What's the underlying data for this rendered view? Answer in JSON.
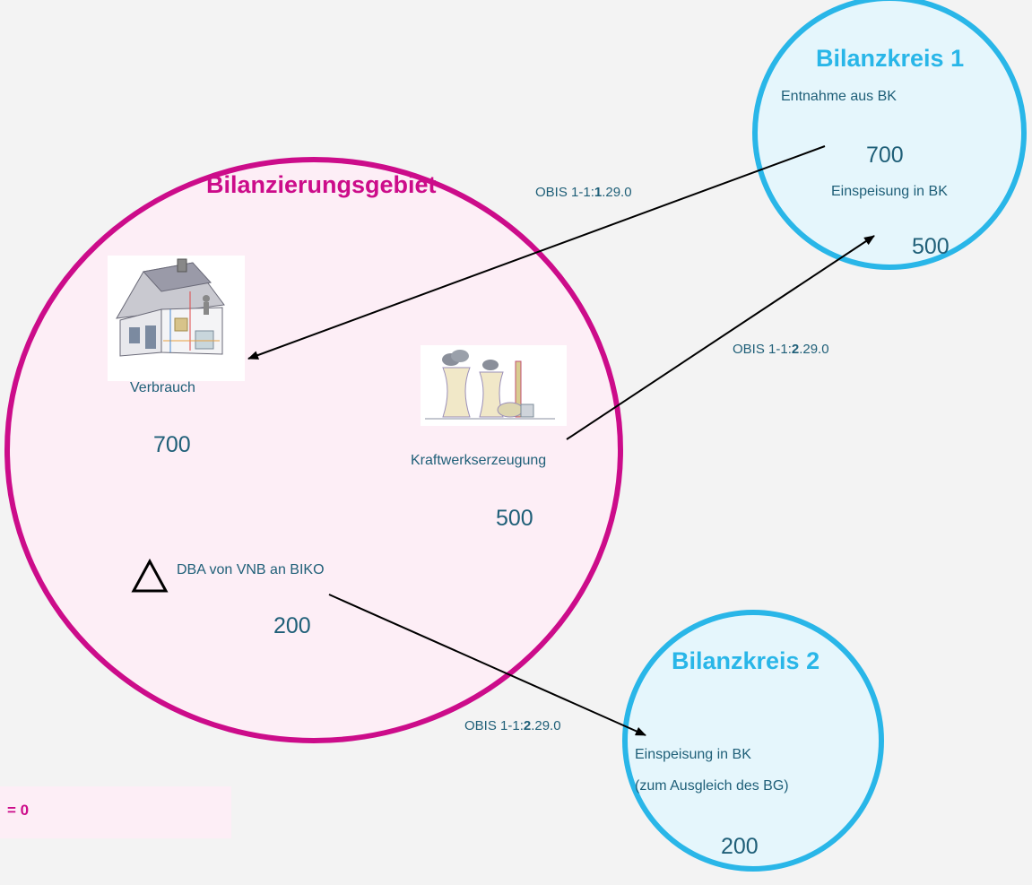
{
  "area": {
    "title": "Bilanzierungsgebiet",
    "verbrauch_label": "Verbrauch",
    "verbrauch_value": "700",
    "kraftwerk_label": "Kraftwerkserzeugung",
    "kraftwerk_value": "500",
    "dba_label": "DBA von VNB an BIKO",
    "dba_value": "200"
  },
  "bk1": {
    "title": "Bilanzkreis 1",
    "entnahme_label": "Entnahme aus BK",
    "entnahme_value": "700",
    "einspeisung_label": "Einspeisung in BK",
    "einspeisung_value": "500"
  },
  "bk2": {
    "title": "Bilanzkreis 2",
    "einspeisung_label": "Einspeisung in BK",
    "einspeisung_sub": "(zum Ausgleich des BG)",
    "einspeisung_value": "200"
  },
  "arrows": {
    "a1": {
      "prefix": "OBIS 1-1:",
      "bold": "1",
      "suffix": ".29.0"
    },
    "a2": {
      "prefix": "OBIS 1-1:",
      "bold": "2",
      "suffix": ".29.0"
    },
    "a3": {
      "prefix": "OBIS 1-1:",
      "bold": "2",
      "suffix": ".29.0"
    }
  },
  "sum": {
    "text": "= 0"
  },
  "colors": {
    "area": "#cc0c8a",
    "bk": "#29b6e8",
    "text": "#1f5f78"
  },
  "icons": {
    "house": "house-cutaway-icon",
    "plant": "power-plant-icon",
    "delta": "delta-triangle-icon"
  }
}
